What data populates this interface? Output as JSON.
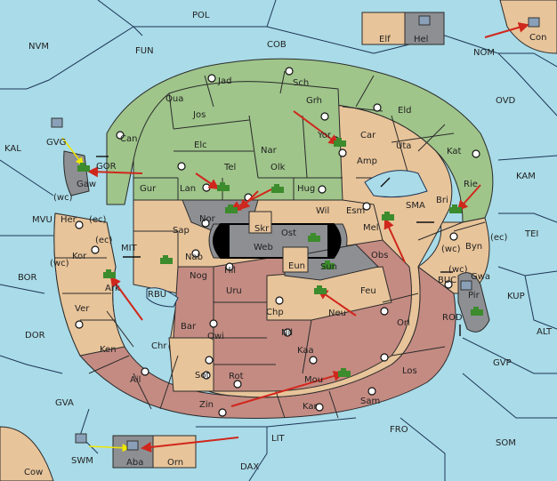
{
  "colors": {
    "sea": "#a9dbe8",
    "tan": "#e8c49a",
    "green": "#9fc58a",
    "red": "#c48b82",
    "grey": "#8d8f93",
    "order_arrow": "#d0271c",
    "support_arrow": "#f0e800"
  },
  "sea_labels": {
    "pol": "POL",
    "nvm": "NVM",
    "fun": "FUN",
    "cob": "COB",
    "nom": "NOM",
    "ovd": "OVD",
    "kal": "KAL",
    "kam": "KAM",
    "tei": "TEI",
    "mvu": "MVU",
    "bor": "BOR",
    "kup": "KUP",
    "alt": "ALT",
    "dor": "DOR",
    "gvp": "GVP",
    "gva": "GVA",
    "lit": "LIT",
    "fro": "FRO",
    "som": "SOM",
    "dax": "DAX",
    "gor": "GOR",
    "mit": "MIT",
    "rbu": "RBU",
    "sma": "SMA",
    "buc": "BUC",
    "rod": "ROD"
  },
  "land_labels": {
    "elf": "Elf",
    "hel": "Hel",
    "con": "Con",
    "jad": "Jad",
    "sch": "Sch",
    "qua": "Qua",
    "jos": "Jos",
    "grh": "Grh",
    "eld": "Eld",
    "can": "Can",
    "elc": "Elc",
    "nar": "Nar",
    "yor": "Yor",
    "car": "Car",
    "uta": "Uta",
    "gvg": "GVG",
    "gaw": "Gaw",
    "tel": "Tel",
    "olk": "Olk",
    "amp": "Amp",
    "kat": "Kat",
    "gur": "Gur",
    "lan": "Lan",
    "hug": "Hug",
    "bri": "Bri",
    "rie": "Rie",
    "her": "Her",
    "nor": "Nor",
    "skr": "Skr",
    "wil": "Wil",
    "esm": "Esm",
    "sap": "Sap",
    "ost": "Ost",
    "mel": "Mel",
    "byn": "Byn",
    "web": "Web",
    "kor": "Kor",
    "nab": "Nab",
    "eun": "Eun",
    "sun": "Sun",
    "obs": "Obs",
    "gwa": "Gwa",
    "hil": "Hil",
    "nog": "Nog",
    "ark": "Ark",
    "uru": "Uru",
    "feu": "Feu",
    "pir": "Pir",
    "ver": "Ver",
    "chp": "Chp",
    "neu": "Neu",
    "orl": "Orl",
    "bar": "Bar",
    "qwi": "Qwi",
    "nil": "Nil",
    "ken": "Ken",
    "chr": "Chr",
    "kaa": "Kaa",
    "los": "Los",
    "ail": "Ail",
    "sot": "Sot",
    "rot": "Rot",
    "mou": "Mou",
    "zin": "Zin",
    "kar": "Kar",
    "sam": "Sam",
    "swm": "SWM",
    "aba": "Aba",
    "orn": "Orn",
    "cow": "Cow"
  },
  "coast_labels": {
    "gaw_wc": "(wc)",
    "her_ec": "(ec)",
    "kor_ec": "(ec)",
    "kor_wc": "(wc)",
    "byn_wc": "(wc)",
    "byn_ec": "(ec)",
    "gwa_wc": "(wc)"
  }
}
